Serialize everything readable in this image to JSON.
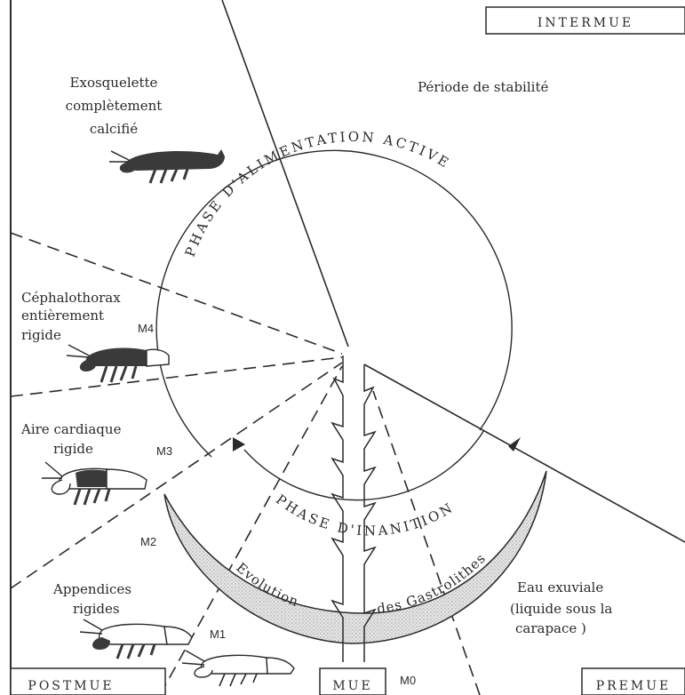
{
  "phases": {
    "intermue": "INTERMUE",
    "postmue": "POSTMUE",
    "mue": "MUE",
    "premue": "PREMUE"
  },
  "arcs": {
    "feeding": "PHASE D'ALIMENTATION ACTIVE",
    "starvation": "PHASE D'INANITION",
    "gastrolith_left": "Evolution",
    "gastrolith_right": "des Gastrolithes"
  },
  "labels": {
    "stability": "Période de stabilité",
    "exo_line1": "Exosquelette",
    "exo_line2": "complètement",
    "exo_line3": "calcifié",
    "ceph_line1": "Céphalothorax",
    "ceph_line2": "entièrement",
    "ceph_line3": "rigide",
    "heart_line1": "Aire cardiaque",
    "heart_line2": "rigide",
    "app_line1": "Appendices",
    "app_line2": "rigides",
    "water_line1": "Eau exuviale",
    "water_line2": "(liquide sous la",
    "water_line3": "carapace )"
  },
  "stages": {
    "m4": "M4",
    "m3": "M3",
    "m2": "M2",
    "m1": "M1",
    "m0": "M0"
  },
  "icons": [
    "crayfish-calcified-icon",
    "crayfish-cephalothorax-icon",
    "crayfish-cardiac-icon",
    "crayfish-appendices-icon",
    "crayfish-soft-icon"
  ],
  "colors": {
    "ink": "#2a2a2a",
    "shade": "#d9d9d9",
    "dark_body": "#3a3a3a"
  }
}
